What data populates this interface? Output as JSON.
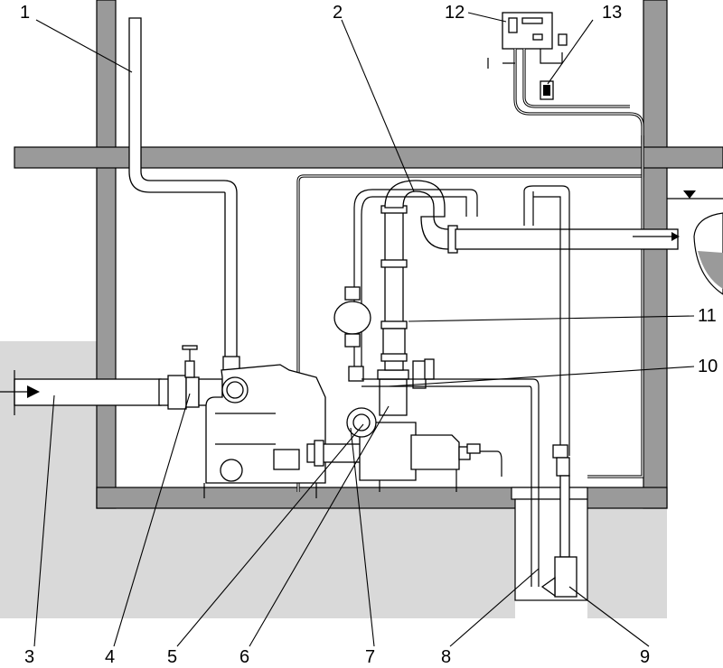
{
  "labels": {
    "l1": "1",
    "l2": "2",
    "l3": "3",
    "l4": "4",
    "l5": "5",
    "l6": "6",
    "l7": "7",
    "l8": "8",
    "l9": "9",
    "l10": "10",
    "l11": "11",
    "l12": "12",
    "l13": "13"
  },
  "colors": {
    "wall": "#9a9a9a",
    "ground": "#d9d9d9",
    "line": "#000000",
    "background": "#ffffff"
  }
}
